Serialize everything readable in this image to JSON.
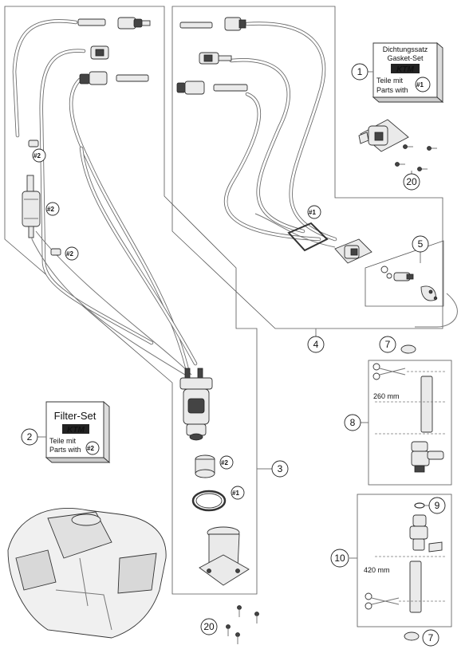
{
  "callouts": {
    "c1": "1",
    "c2": "2",
    "c3": "3",
    "c4": "4",
    "c5": "5",
    "c7a": "7",
    "c7b": "7",
    "c8": "8",
    "c9": "9",
    "c10": "10",
    "c20a": "20",
    "c20b": "20"
  },
  "hash_tags": {
    "kit1": "#1",
    "kit2": "#2"
  },
  "gasket_set": {
    "line1": "Dichtungssatz",
    "line2": "Gasket-Set",
    "brand": "KTM",
    "line3": "Teile mit",
    "line4": "Parts with"
  },
  "filter_set": {
    "line1": "Filter-Set",
    "brand": "KTM",
    "line3": "Teile mit",
    "line4": "Parts with"
  },
  "dimensions": {
    "d260": "260 mm",
    "d420": "420 mm"
  },
  "colors": {
    "line": "#555555",
    "fill": "#eaeaea",
    "brand_fill": "#222222"
  }
}
